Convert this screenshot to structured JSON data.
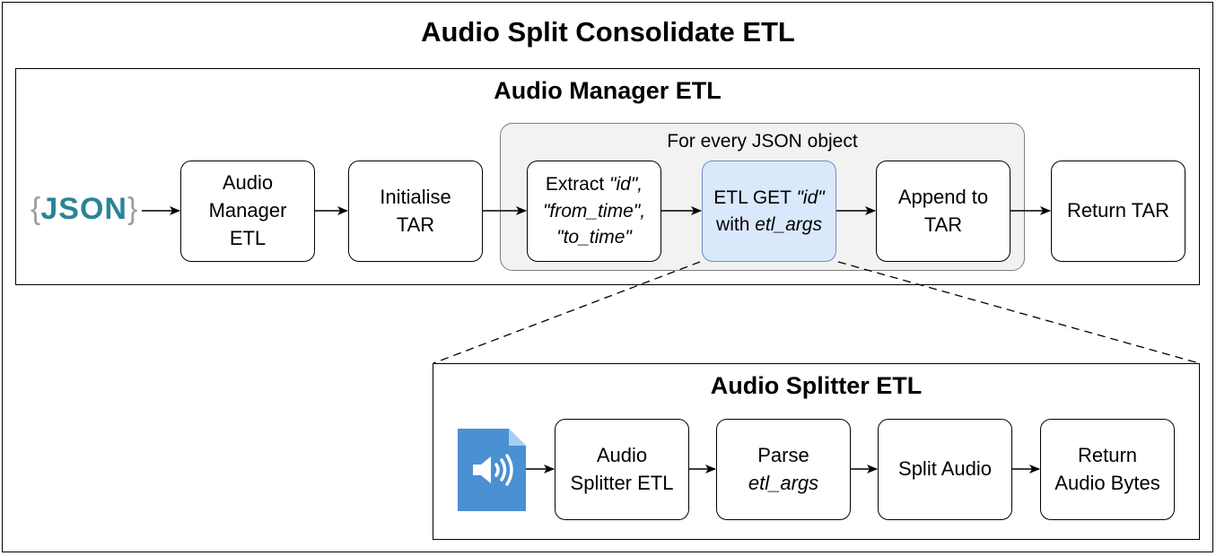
{
  "title": "Audio Split Consolidate ETL",
  "manager": {
    "title": "Audio Manager ETL",
    "input_icon": {
      "name": "json-icon",
      "brace_left": "{",
      "text": "JSON",
      "brace_right": "}",
      "brace_color": "#9e9e9e",
      "text_color": "#2a8496"
    },
    "loop_label": "For every JSON object",
    "nodes": {
      "audio_manager": [
        "Audio",
        "Manager",
        "ETL"
      ],
      "initialise": [
        "Initialise",
        "TAR"
      ],
      "extract": {
        "prefix": "Extract ",
        "id": "\"id\"",
        "comma": ",",
        "from_time": "\"from_time\",",
        "to_time": "\"to_time\""
      },
      "etl_get": {
        "prefix": "ETL GET ",
        "id": "\"id\"",
        "with": "with ",
        "args": "etl_args"
      },
      "append": [
        "Append to",
        "TAR"
      ],
      "return_tar": "Return TAR"
    }
  },
  "splitter": {
    "title": "Audio Splitter ETL",
    "input_icon": {
      "name": "audio-file-icon",
      "color": "#4a90d2"
    },
    "nodes": {
      "audio_splitter": [
        "Audio",
        "Splitter ETL"
      ],
      "parse": {
        "line1": "Parse",
        "line2": "etl_args"
      },
      "split": "Split Audio",
      "return_bytes": [
        "Return",
        "Audio Bytes"
      ]
    }
  },
  "colors": {
    "highlight_fill": "#dae8fc",
    "highlight_stroke": "#6c8ebf",
    "loop_fill": "#f2f2f2"
  }
}
